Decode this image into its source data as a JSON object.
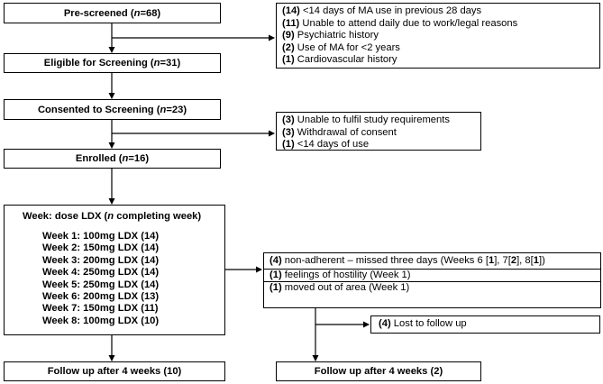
{
  "prescreened": {
    "label": "Pre-screened",
    "n_label": "n",
    "n_value": "=68"
  },
  "eligible": {
    "label": "Eligible for Screening",
    "n_label": "n",
    "n_value": "=31"
  },
  "consented": {
    "label": "Consented to Screening",
    "n_label": "n",
    "n_value": "=23"
  },
  "enrolled": {
    "label": "Enrolled",
    "n_label": "n",
    "n_value": "=16"
  },
  "exclusions_screening": [
    {
      "count": "(14)",
      "text": " <14 days of MA use in previous 28 days"
    },
    {
      "count": "(11)",
      "text": " Unable to attend daily due to work/legal reasons"
    },
    {
      "count": "(9)",
      "text": " Psychiatric history"
    },
    {
      "count": "(2)",
      "text": " Use of MA for <2 years"
    },
    {
      "count": "(1)",
      "text": " Cardiovascular history"
    }
  ],
  "exclusions_consent": [
    {
      "count": "(3)",
      "text": " Unable to fulfil study requirements"
    },
    {
      "count": "(3)",
      "text": " Withdrawal of consent"
    },
    {
      "count": "(1)",
      "text": " <14 days of use"
    }
  ],
  "weeks_box": {
    "heading_pre": "Week: dose LDX (",
    "heading_n": "n",
    "heading_post": " completing week)",
    "weeks": [
      {
        "label": "Week 1: 100mg LDX ",
        "count": "(14)"
      },
      {
        "label": "Week 2: 150mg LDX ",
        "count": "(14)"
      },
      {
        "label": "Week 3: 200mg LDX ",
        "count": "(14)"
      },
      {
        "label": "Week 4: 250mg LDX ",
        "count": "(14)"
      },
      {
        "label": "Week 5: 250mg LDX ",
        "count": "(14)"
      },
      {
        "label": "Week 6: 200mg LDX ",
        "count": "(13)"
      },
      {
        "label": "Week 7: 150mg LDX ",
        "count": "(11)"
      },
      {
        "label": "Week 8: 100mg LDX ",
        "count": "(10)"
      }
    ]
  },
  "dropouts": {
    "nonadherent": {
      "count": "(4)",
      "text_a": " non-adherent – missed three days (Weeks 6 [",
      "n1": "1",
      "text_b": "], 7[",
      "n2": "2",
      "text_c": "], 8[",
      "n3": "1",
      "text_d": "])"
    },
    "hostility": {
      "count": "(1)",
      "text": " feelings of hostility (Week 1)"
    },
    "moved": {
      "count": "(1)",
      "text": " moved out of area (Week 1)"
    }
  },
  "lost": {
    "count": "(4)",
    "text": " Lost to follow up"
  },
  "followup_left": {
    "label": "Follow up after 4 weeks ",
    "count": "(10)"
  },
  "followup_right": {
    "label": "Follow up after 4 weeks ",
    "count": "(2)"
  }
}
